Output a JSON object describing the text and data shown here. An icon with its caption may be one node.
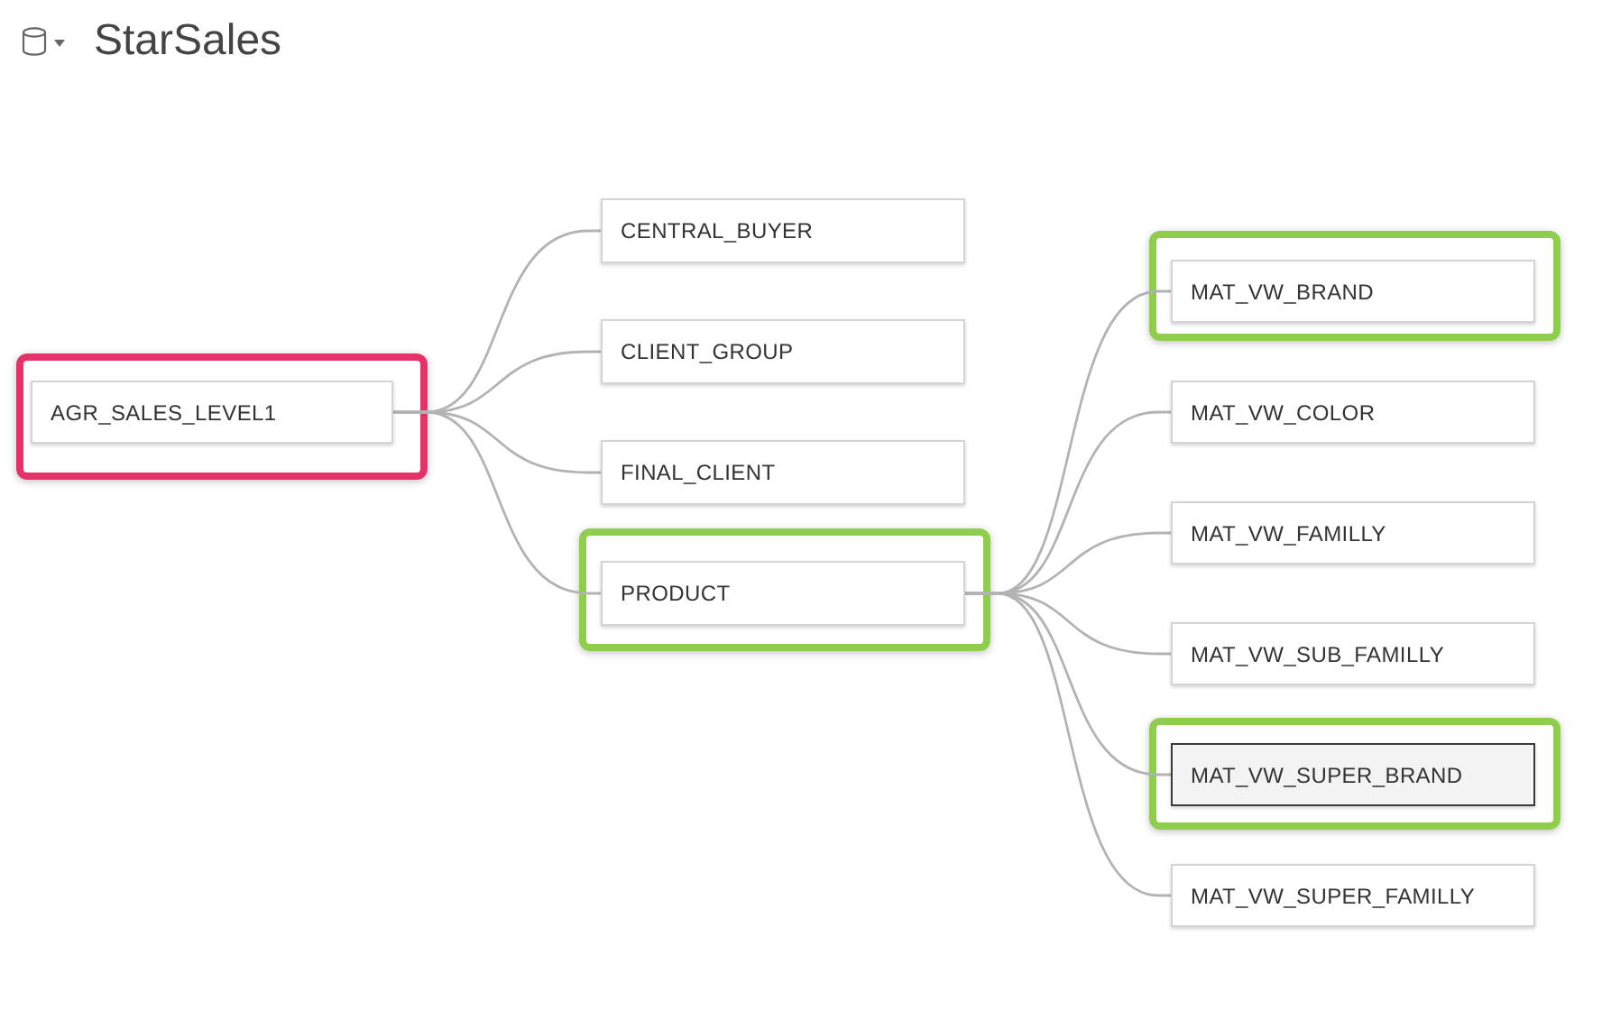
{
  "diagram": {
    "title": "StarSales",
    "nodes": [
      {
        "text": [],
        "shape": "box"
      },
      {
        "text": [
          "AGR_SALES_LEVEL1"
        ],
        "in": 0
      },
      {
        "text": [
          "CENTRAL_BUYER"
        ]
      },
      {
        "text": [
          "CLIENT_GROUP"
        ]
      },
      {
        "text": [
          "FINAL_CLIENT"
        ]
      },
      {
        "text": [],
        "shape": "box"
      },
      {
        "text": [
          "PRODUCT"
        ],
        "in": 5
      },
      {
        "text": [],
        "shape": "box"
      },
      {
        "text": [
          "MAT_VW_BRAND"
        ],
        "in": 7
      },
      {
        "text": [
          "MAT_VW_COLOR"
        ]
      },
      {
        "text": [
          "MAT_VW_FAMILLY"
        ]
      },
      {
        "text": [
          "MAT_VW_SUB_FAMILLY"
        ]
      },
      {
        "text": [],
        "shape": "box"
      },
      {
        "text": [
          "MAT_VW_SUPER_BRAND"
        ],
        "in": 12
      },
      {
        "text": [
          "MAT_VW_SUPER_FAMILLY"
        ]
      }
    ],
    "edges": [
      {
        "from": 1,
        "to": 2,
        "arrow": "none"
      },
      {
        "from": 1,
        "to": 3,
        "arrow": "none"
      },
      {
        "from": 1,
        "to": 4,
        "arrow": "none"
      },
      {
        "from": 1,
        "to": 6,
        "arrow": "none"
      },
      {
        "from": 6,
        "to": 8,
        "arrow": "none"
      },
      {
        "from": 6,
        "to": 9,
        "arrow": "none"
      },
      {
        "from": 6,
        "to": 10,
        "arrow": "none"
      },
      {
        "from": 6,
        "to": 11,
        "arrow": "none"
      },
      {
        "from": 6,
        "to": 13,
        "arrow": "none"
      },
      {
        "from": 6,
        "to": 14,
        "arrow": "none"
      }
    ]
  }
}
